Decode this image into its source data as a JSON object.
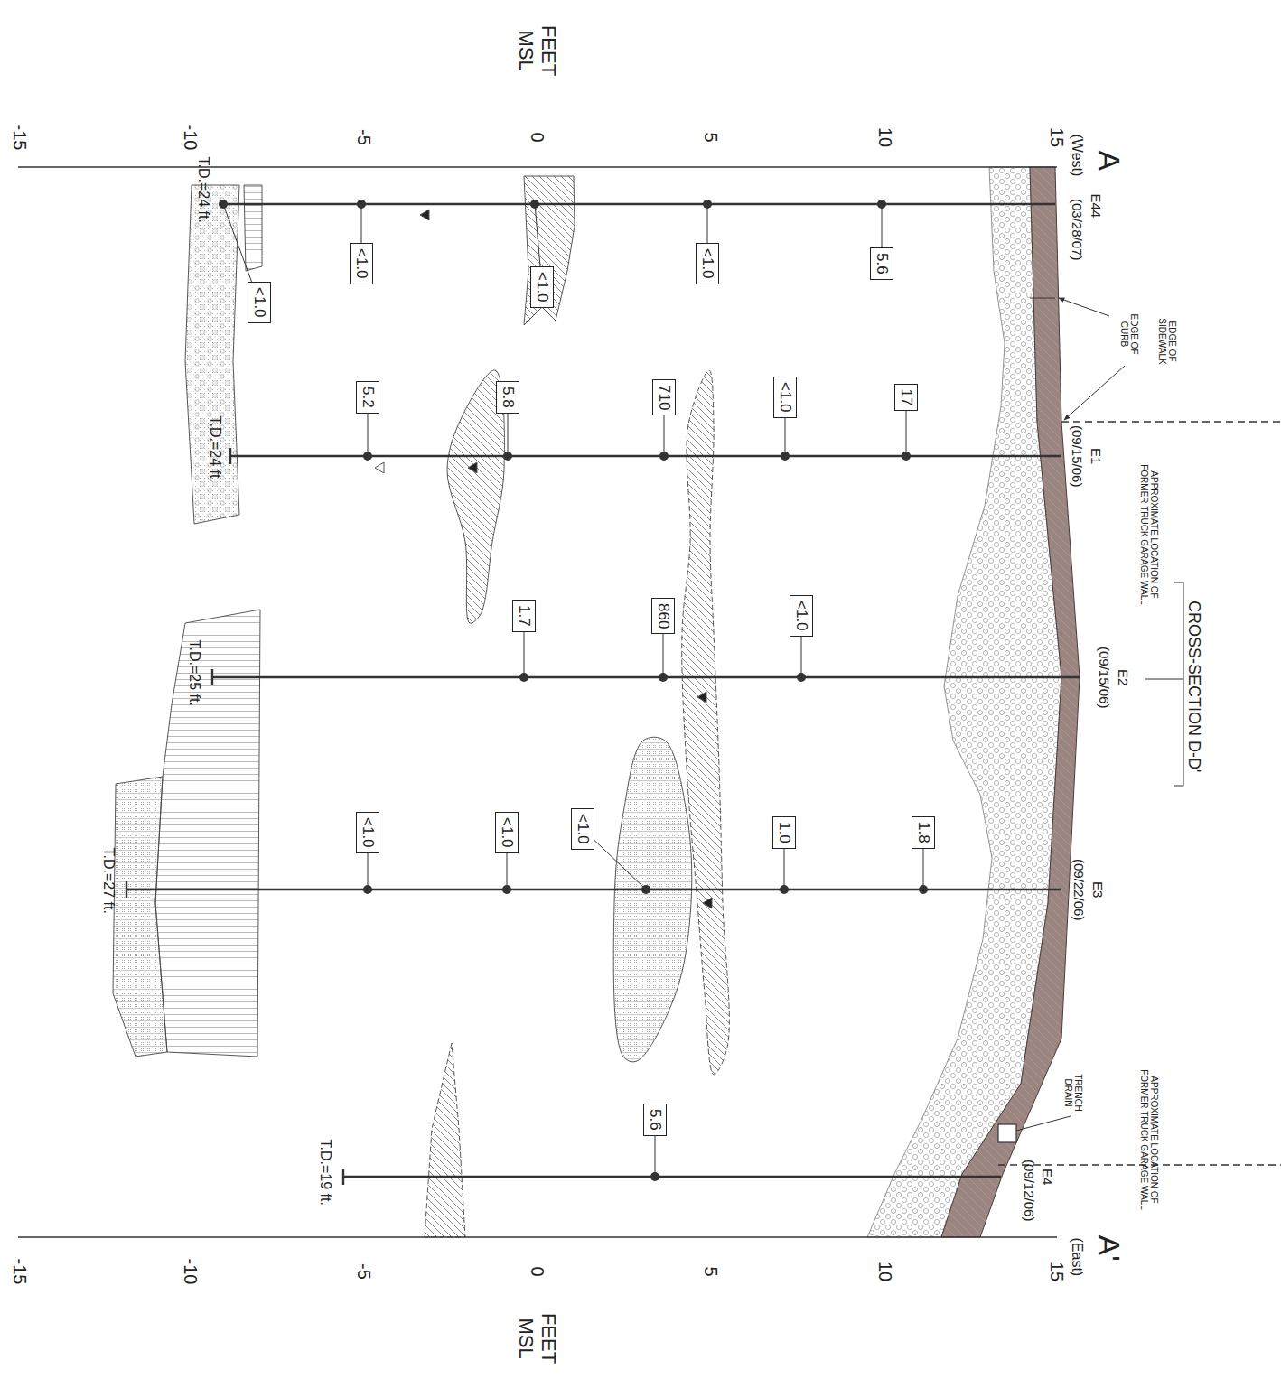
{
  "diagram": {
    "nodes": [
      {
        "text": [
          "5.6"
        ]
      },
      {
        "text": [
          "<1.0"
        ]
      },
      {
        "text": [
          "<1.0"
        ]
      },
      {
        "text": [
          "<1.0"
        ]
      },
      {
        "text": [
          "<1.0"
        ]
      },
      {
        "text": [
          "17"
        ]
      },
      {
        "text": [
          "<1.0"
        ]
      },
      {
        "text": [
          "710"
        ]
      },
      {
        "text": [
          "5.8"
        ]
      },
      {
        "text": [
          "5.2"
        ]
      },
      {
        "text": [
          "<1.0"
        ]
      },
      {
        "text": [
          "860"
        ]
      },
      {
        "text": [
          "1.7"
        ]
      },
      {
        "text": [
          "1.8"
        ]
      },
      {
        "text": [
          "1.0"
        ]
      },
      {
        "text": [
          "<1.0"
        ]
      },
      {
        "text": [
          "<1.0"
        ]
      },
      {
        "text": [
          "<1.0"
        ]
      },
      {
        "text": [
          "5.6"
        ]
      }
    ],
    "labels": [
      "A",
      "(West)",
      "A'",
      "(East)",
      "FEET MSL",
      "FEET MSL",
      "15",
      "10",
      "5",
      "0",
      "-5",
      "-10",
      "-15",
      "15",
      "10",
      "5",
      "0",
      "-5",
      "-10",
      "-15",
      "E44",
      "(03/28/07)",
      "E1",
      "(09/15/06)",
      "E2",
      "(09/15/06)",
      "E3",
      "(09/22/06)",
      "E4",
      "(09/12/06)",
      "EDGE OF SIDEWALK",
      "EDGE OF CURB",
      "APPROXIMATE LOCATION OF FORMER TRUCK GARAGE WALL",
      "CROSS-SECTION D-D'",
      "APPROXIMATE LOCATION OF FORMER TRUCK GARAGE WALL",
      "TRENCH DRAIN",
      "T.D.=24 ft.",
      "T.D.=24 ft.",
      "T.D.=25 ft.",
      "T.D.=27 ft.",
      "T.D.=19 ft."
    ]
  }
}
